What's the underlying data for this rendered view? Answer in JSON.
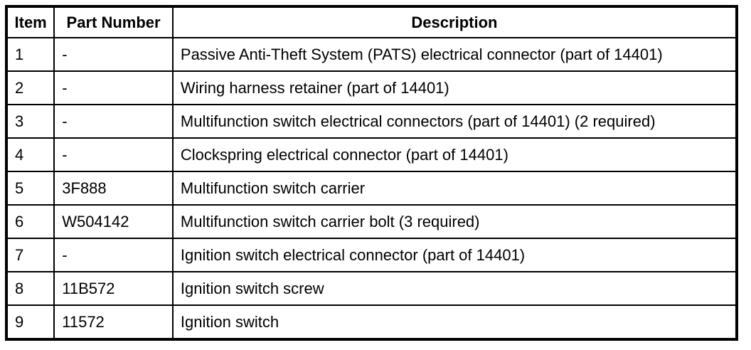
{
  "table": {
    "background": "#ffffff",
    "border_color": "#000000",
    "headers": {
      "item": "Item",
      "part_number": "Part Number",
      "description": "Description"
    },
    "rows": [
      {
        "item": "1",
        "part_number": "-",
        "description": "Passive Anti-Theft System (PATS) electrical connector (part of 14401)"
      },
      {
        "item": "2",
        "part_number": "-",
        "description": "Wiring harness retainer (part of 14401)"
      },
      {
        "item": "3",
        "part_number": "-",
        "description": "Multifunction switch electrical connectors (part of 14401) (2 required)"
      },
      {
        "item": "4",
        "part_number": "-",
        "description": "Clockspring electrical connector (part of 14401)"
      },
      {
        "item": "5",
        "part_number": "3F888",
        "description": "Multifunction switch carrier"
      },
      {
        "item": "6",
        "part_number": "W504142",
        "description": "Multifunction switch carrier bolt (3 required)"
      },
      {
        "item": "7",
        "part_number": "-",
        "description": "Ignition switch electrical connector (part of 14401)"
      },
      {
        "item": "8",
        "part_number": "11B572",
        "description": "Ignition switch screw"
      },
      {
        "item": "9",
        "part_number": "11572",
        "description": "Ignition switch"
      }
    ]
  }
}
